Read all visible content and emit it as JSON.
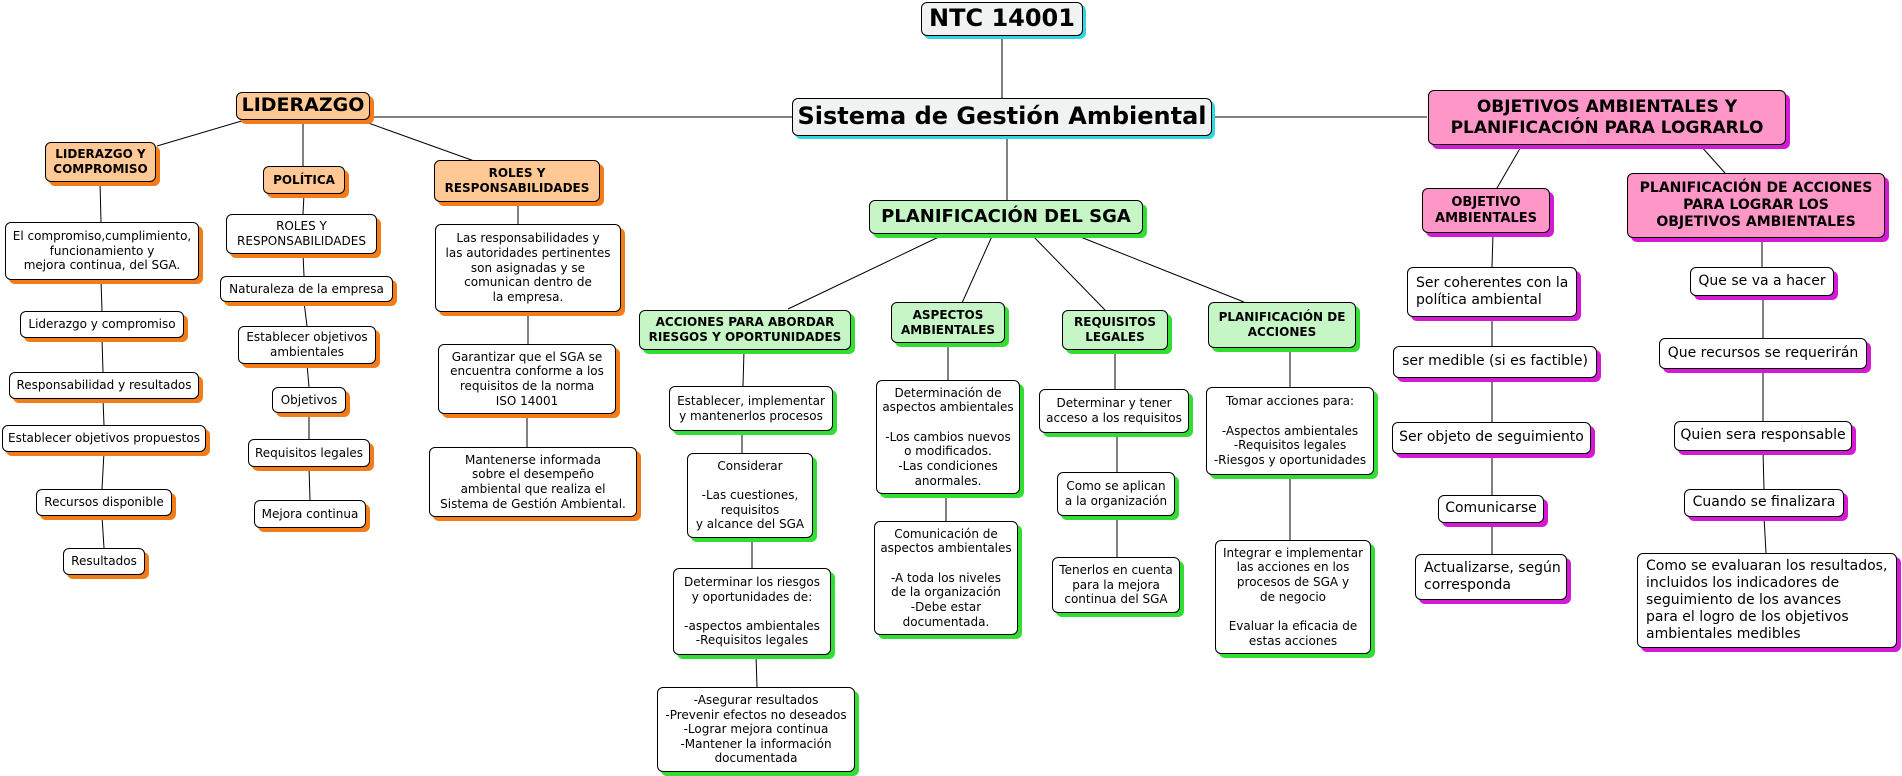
{
  "root": {
    "title": "NTC 14001",
    "center": "Sistema de Gestión Ambiental"
  },
  "liderazgo": {
    "title": "LIDERAZGO",
    "compromiso": {
      "title": "LIDERAZGO Y\nCOMPROMISO",
      "items": [
        "El compromiso,cumplimiento,\nfuncionamiento y\nmejora continua, del SGA.",
        "Liderazgo y compromiso",
        "Responsabilidad y resultados",
        "Establecer objetivos propuestos",
        "Recursos disponible",
        "Resultados"
      ]
    },
    "politica": {
      "title": "POLÍTICA",
      "items": [
        "ROLES Y\nRESPONSABILIDADES",
        "Naturaleza de la empresa",
        "Establecer objetivos\nambientales",
        "Objetivos",
        "Requisitos legales",
        "Mejora continua"
      ]
    },
    "roles": {
      "title": "ROLES Y\nRESPONSABILIDADES",
      "items": [
        "Las responsabilidades y\nlas autoridades pertinentes\nson asignadas y se\ncomunican dentro de\nla empresa.",
        "Garantizar que el SGA se\nencuentra conforme a los\nrequisitos de la norma\nISO 14001",
        "Mantenerse informada\nsobre el desempeño\nambiental que realiza el\nSistema de Gestión Ambiental."
      ]
    }
  },
  "planificacion": {
    "title": "PLANIFICACIÓN DEL SGA",
    "acciones_riesgos": {
      "title": "ACCIONES PARA ABORDAR\nRIESGOS Y OPORTUNIDADES",
      "items": [
        "Establecer, implementar\ny mantenerlos procesos",
        "Considerar\n\n-Las cuestiones,\nrequisitos\ny alcance del SGA",
        "Determinar los riesgos\ny oportunidades de:\n\n-aspectos ambientales\n-Requisitos legales",
        "-Asegurar resultados\n-Prevenir efectos no deseados\n-Lograr mejora continua\n-Mantener la información\ndocumentada"
      ]
    },
    "aspectos": {
      "title": "ASPECTOS\nAMBIENTALES",
      "items": [
        "Determinación de\naspectos ambientales\n\n-Los cambios nuevos\no modificados.\n-Las condiciones\nanormales.",
        "Comunicación de\naspectos ambientales\n\n-A toda los niveles\nde la organización\n-Debe estar\ndocumentada."
      ]
    },
    "requisitos": {
      "title": "REQUISITOS\nLEGALES",
      "items": [
        "Determinar y tener\nacceso a los requisitos",
        "Como se aplican\na la organización",
        "Tenerlos en cuenta\npara la mejora\ncontinua del SGA"
      ]
    },
    "plan_acciones": {
      "title": "PLANIFICACIÓN DE\nACCIONES",
      "items": [
        "Tomar acciones para:\n\n-Aspectos ambientales\n-Requisitos legales\n-Riesgos y oportunidades",
        "Integrar e implementar\nlas acciones en los\nprocesos de SGA y\nde negocio\n\nEvaluar la eficacia de\nestas acciones"
      ]
    }
  },
  "objetivos": {
    "title": "OBJETIVOS AMBIENTALES Y\nPLANIFICACIÓN PARA LOGRARLO",
    "objetivo": {
      "title": "OBJETIVO\nAMBIENTALES",
      "items": [
        "Ser coherentes con la\npolítica ambiental",
        "ser medible (si es factible)",
        "Ser objeto de seguimiento",
        "Comunicarse",
        "Actualizarse, según\ncorresponda"
      ]
    },
    "plan_acciones": {
      "title": "PLANIFICACIÓN DE ACCIONES\nPARA LOGRAR LOS\nOBJETIVOS AMBIENTALES",
      "items": [
        "Que se va a hacer",
        "Que recursos se requerirán",
        "Quien sera responsable",
        "Cuando se finalizara",
        "Como se evaluaran los resultados,\nincluidos los indicadores de\nseguimiento de los avances\npara el logro de los objetivos\nambientales medibles"
      ]
    }
  },
  "colors": {
    "orange_fill": "#ffc894",
    "orange_shadow": "#f27c1a",
    "green_fill": "#c6f5c6",
    "green_shadow": "#33dd33",
    "pink_fill": "#ff96c8",
    "magenta_shadow": "#d41ad4",
    "root_shadow": "#33d6e0"
  }
}
